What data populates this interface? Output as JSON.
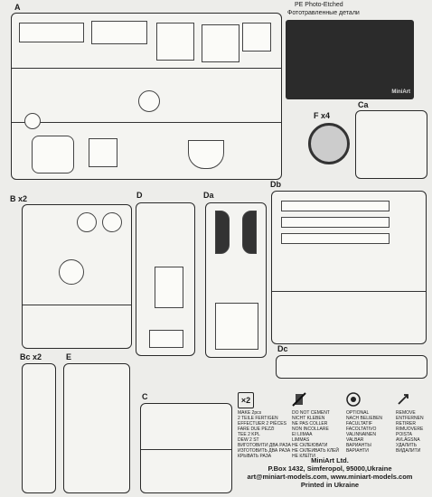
{
  "pe": {
    "title_line1": "PE Photo-Etched",
    "title_line2": "Фототравленные детали",
    "brand": "MiniArt"
  },
  "sprues": {
    "a": "A",
    "f": "F x4",
    "ca": "Ca",
    "b": "B x2",
    "d": "D",
    "da": "Da",
    "db": "Db",
    "dc": "Dc",
    "bc": "Bc x2",
    "e": "E",
    "c": "C"
  },
  "warnings": {
    "make": {
      "icon": "x2",
      "text": "MAKE 2pcs\n2 TEILE FERTIGEN\nEFFECTUER 2 PIÈCES\nFARE DUE PEZZI\nTEE 2 KPL\nDEW 2 ST\nВИГОТОВИТИ ДВА РАЗА\nИЗГОТОВИТЬ ДВА РАЗА\nКРЫВАТЬ РАЗА"
    },
    "cement": {
      "icon": "no-glue",
      "text": "DO NOT CEMENT\nNICHT KLEBEN\nNE PAS COLLER\nNON INCOLLARE\nEI LIIMAA\nLIMMAS\nНЕ СКЛЕЮВАТИ\nНЕ СКЛЕИВАТЬ КЛЕЙ\nНЕ КЛЕЇТИ"
    },
    "optional": {
      "icon": "optional",
      "text": "OPTIONAL\nNACH BELIEBEN\nFACULTATIF\nFACOLTATIVO\nVALINNAINEN\nVALBAR\nВАРИАНТЫ\nВАРІАНТИ"
    },
    "remove": {
      "icon": "remove",
      "text": "REMOVE\nENTFERNEN\nRETIRER\nRIMUOVERE\nPOISTA\nAVLÄGSNA\nУДАЛИТЬ\nВИДАЛИТИ"
    }
  },
  "footer": {
    "line1": "MiniArt Ltd.",
    "line2": "P.Box 1432, Simferopol, 95000,Ukraine",
    "line3": "art@miniart-models.com, www.miniart-models.com",
    "line4": "Printed in Ukraine"
  }
}
